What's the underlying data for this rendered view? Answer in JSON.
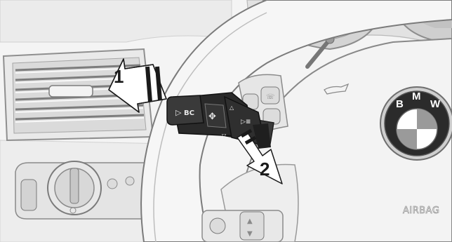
{
  "callouts": {
    "arrow1": "1",
    "arrow2": "2"
  },
  "stalk": {
    "bc_label": "BC"
  },
  "steering_wheel": {
    "logo_letters": [
      "B",
      "M",
      "W"
    ],
    "airbag_label": "AIRBAG"
  },
  "colors": {
    "arrow_fill": "#ffffff",
    "arrow_stripe": "#1a1a1a",
    "stalk_body": "#2a2a2a"
  }
}
